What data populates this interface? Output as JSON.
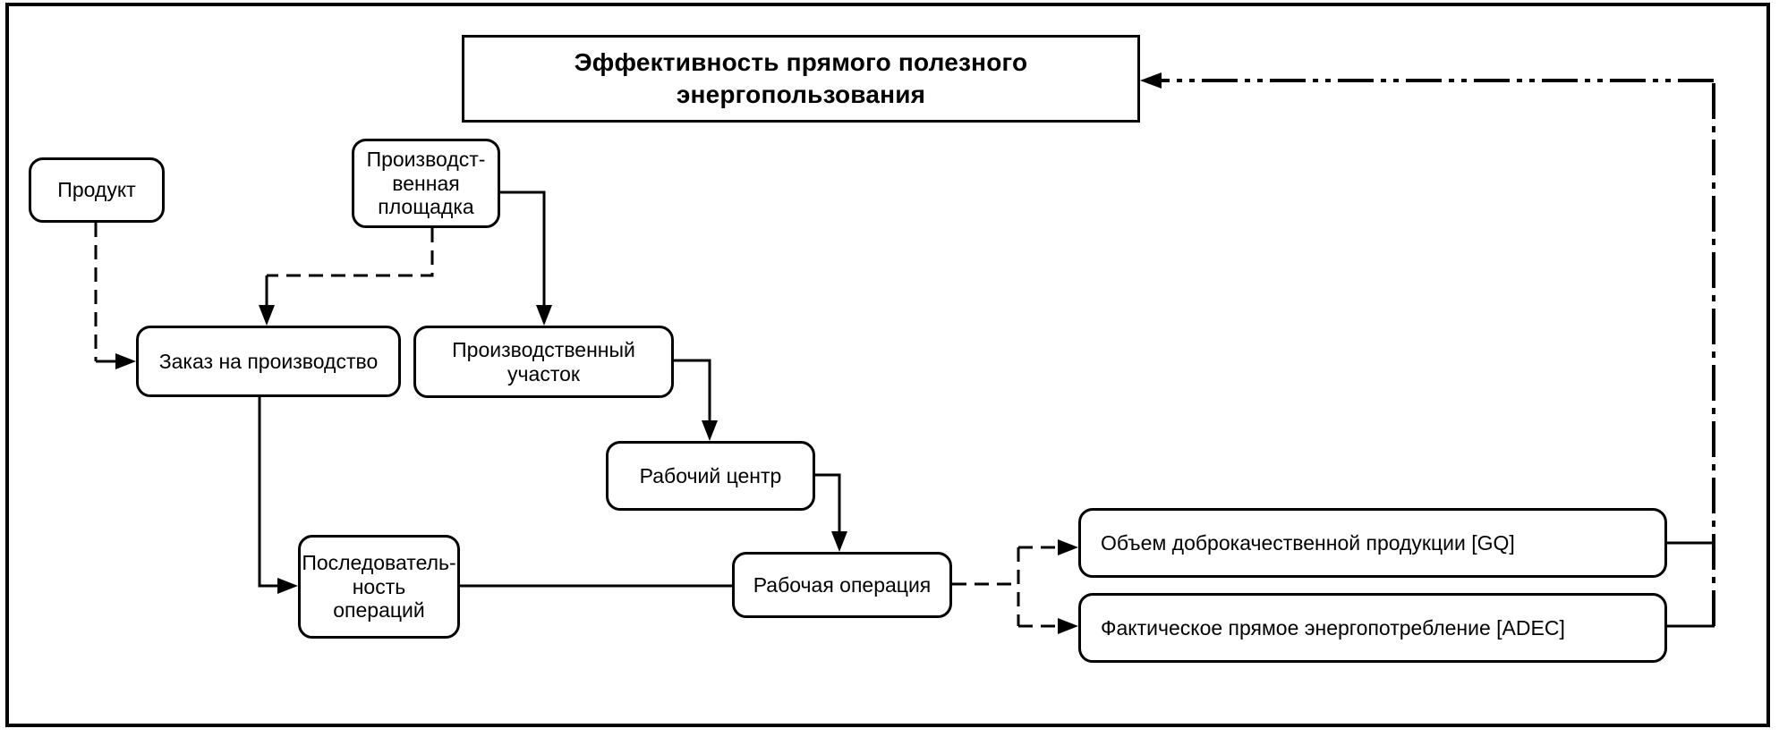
{
  "diagram": {
    "title": "Эффективность прямого полезного\nэнергопользования",
    "nodes": {
      "product": {
        "label": "Продукт"
      },
      "production_site": {
        "label": "Производст-\nвенная\nплощадка"
      },
      "production_order": {
        "label": "Заказ на производство"
      },
      "production_section": {
        "label": "Производственный\nучасток"
      },
      "work_center": {
        "label": "Рабочий центр"
      },
      "operation_sequence": {
        "label": "Последователь-\nность\nопераций"
      },
      "work_operation": {
        "label": "Рабочая операция"
      },
      "good_quality_output": {
        "label": "Объем доброкачественной продукции [GQ]"
      },
      "actual_direct_energy": {
        "label": "Фактическое прямое энергопотребление [ADEC]"
      }
    },
    "colors": {
      "line": "#000000",
      "background": "#ffffff"
    }
  }
}
